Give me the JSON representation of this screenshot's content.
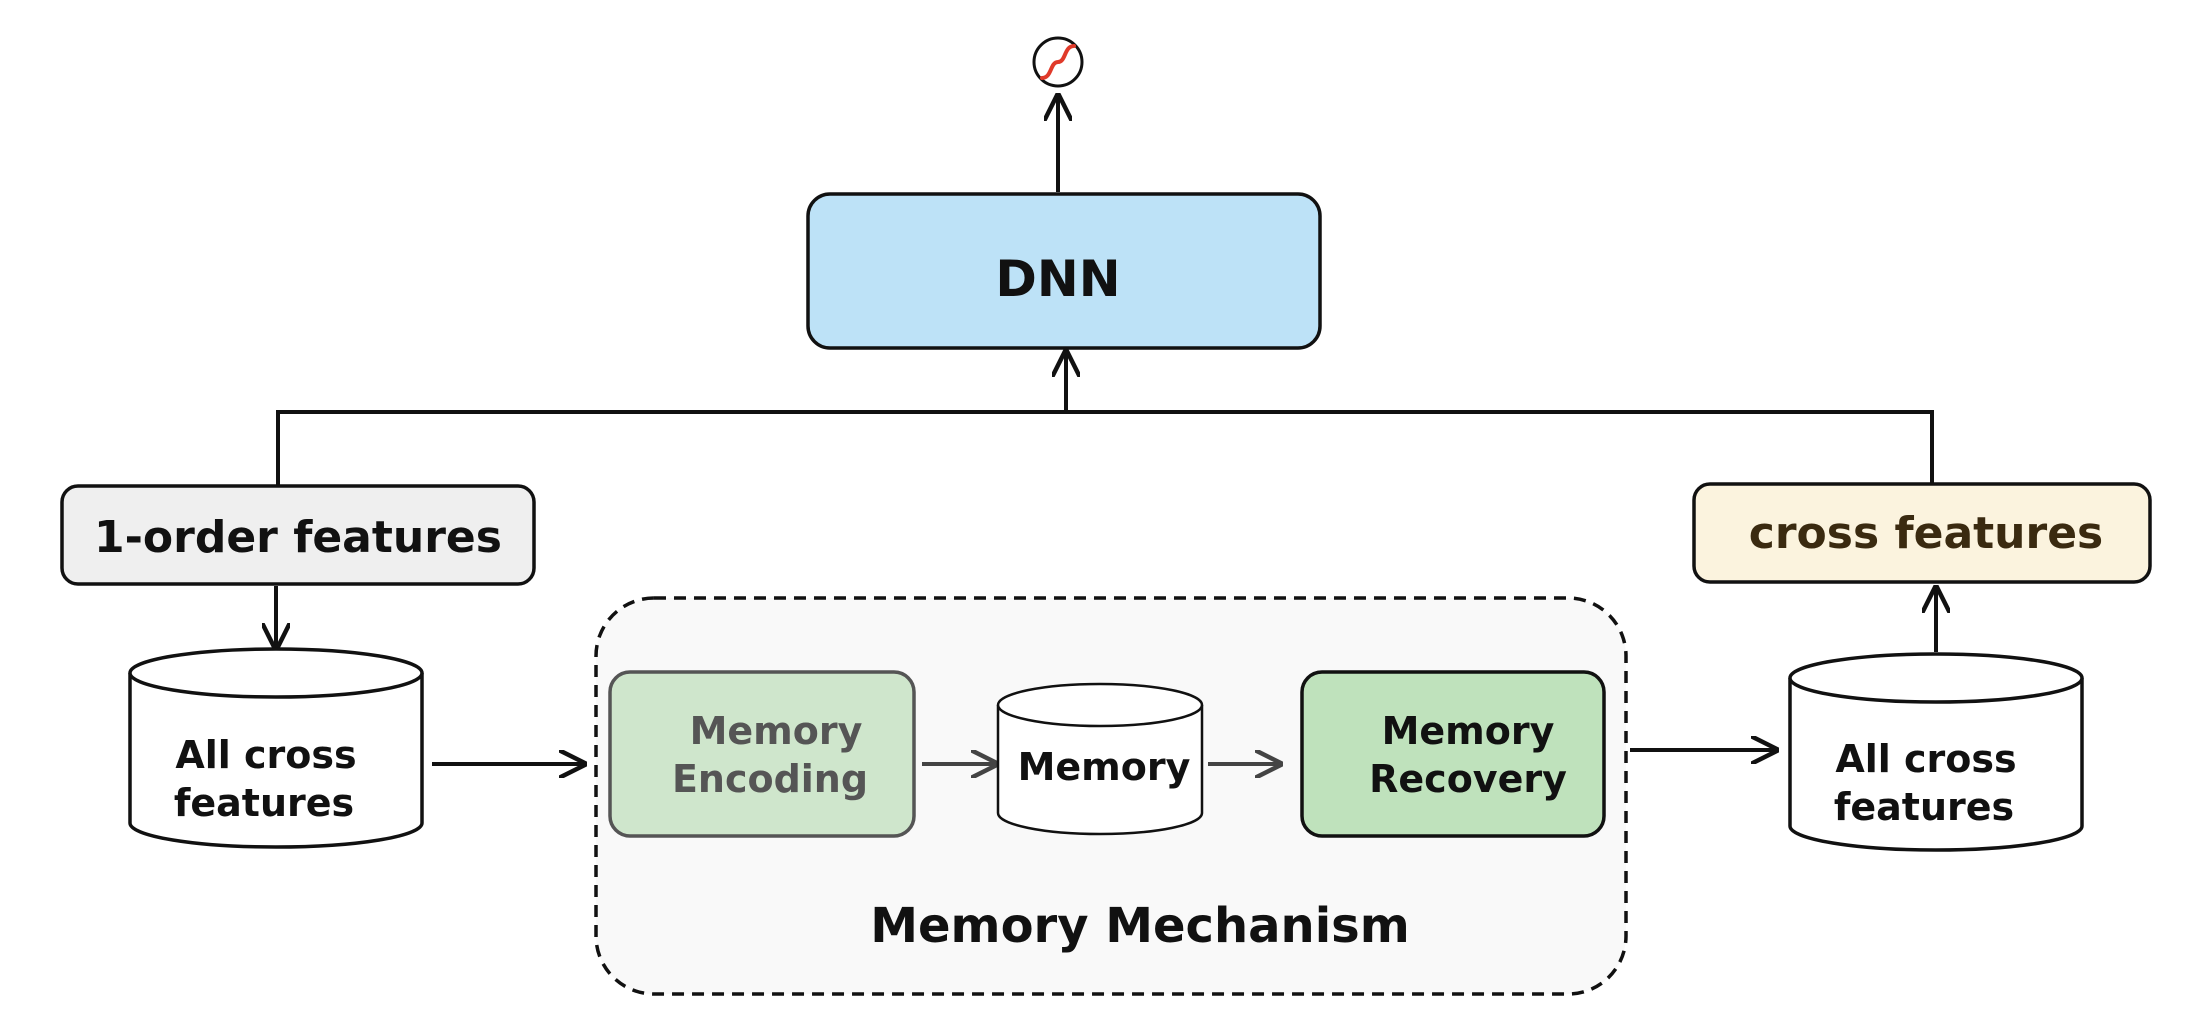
{
  "diagram": {
    "output_icon": "sigmoid-icon",
    "dnn": {
      "label": "DNN"
    },
    "first_order": {
      "label": "1-order features"
    },
    "cross_features": {
      "label": "cross features"
    },
    "left_store": {
      "line1": "All cross",
      "line2": "features"
    },
    "right_store": {
      "line1": "All cross",
      "line2": "features"
    },
    "mechanism": {
      "label": "Memory Mechanism",
      "encoding": {
        "line1": "Memory",
        "line2": "Encoding"
      },
      "memory": {
        "label": "Memory"
      },
      "recovery": {
        "line1": "Memory",
        "line2": "Recovery"
      }
    },
    "colors": {
      "dnn_fill": "#bde2f7",
      "first_order_fill": "#efefef",
      "cross_features_fill": "#fbf3de",
      "cross_features_text": "#3a2a10",
      "mechanism_fill": "#f9f9f9",
      "encoding_fill": "#cfe6cc",
      "encoding_text": "#555555",
      "recovery_fill": "#bfe2bc",
      "sigmoid_curve": "#e03a2a"
    }
  }
}
